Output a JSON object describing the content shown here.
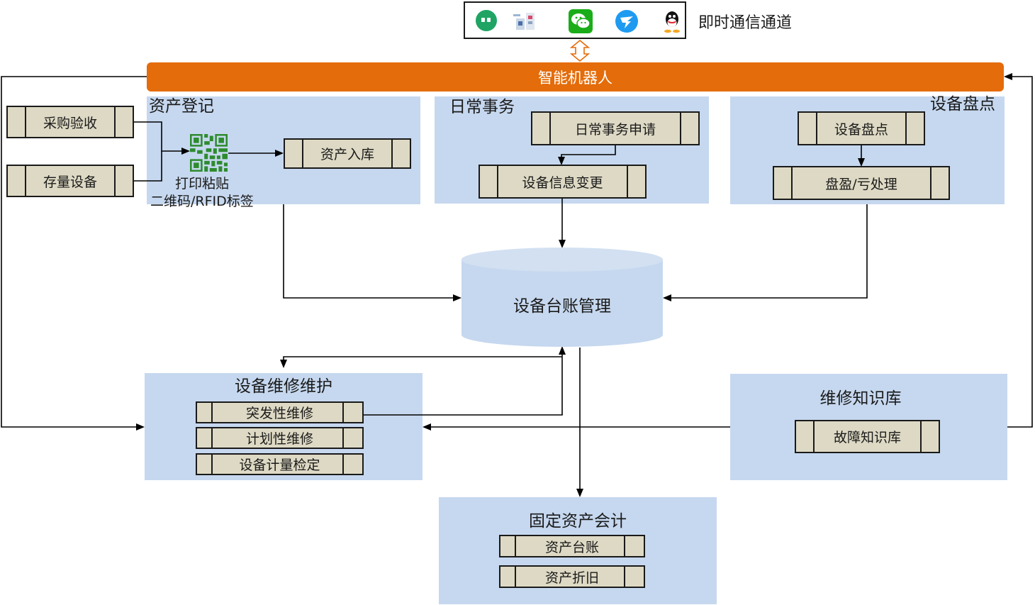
{
  "im_channel": {
    "label": "即时通信通道",
    "icons": [
      "hangouts-icon",
      "enterprise-app-icon",
      "wechat-icon",
      "dingtalk-icon",
      "qq-icon"
    ]
  },
  "robot": {
    "label": "智能机器人"
  },
  "asset_registration": {
    "title": "资产登记",
    "purchase_acceptance": "采购验收",
    "existing_equipment": "存量设备",
    "qr_caption_line1": "打印粘贴",
    "qr_caption_line2": "二维码/RFID标签",
    "asset_inbound": "资产入库"
  },
  "daily_affairs": {
    "title": "日常事务",
    "request": "日常事务申请",
    "info_change": "设备信息变更"
  },
  "inventory": {
    "title": "设备盘点",
    "equipment_inventory": "设备盘点",
    "surplus_loss": "盘盈/亏处理"
  },
  "ledger": {
    "label": "设备台账管理"
  },
  "maintenance": {
    "title": "设备维修维护",
    "emergency_repair": "突发性维修",
    "planned_repair": "计划性维修",
    "metrology_check": "设备计量检定"
  },
  "knowledge_base": {
    "title": "维修知识库",
    "fault_kb": "故障知识库"
  },
  "fixed_asset_accounting": {
    "title": "固定资产会计",
    "asset_ledger": "资产台账",
    "depreciation": "资产折旧"
  },
  "colors": {
    "panel": "#c6d8ef",
    "process": "#ddd9c4",
    "robot_bar": "#e46c0a",
    "qr_code": "#2e8b2e"
  }
}
